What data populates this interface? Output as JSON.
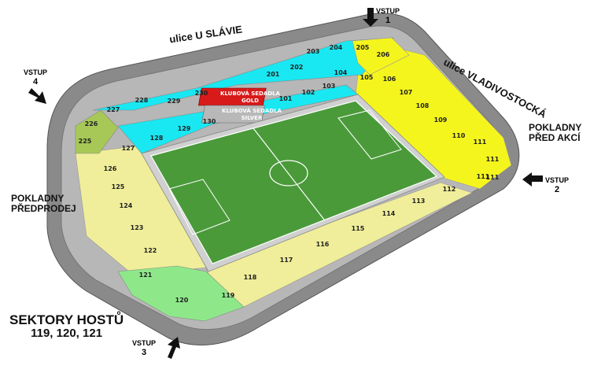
{
  "streets": {
    "north": "ulice U SLÁVIE",
    "east": "ulice VLADIVOSTOCKÁ"
  },
  "entrances": [
    {
      "label": "VSTUP",
      "number": "1"
    },
    {
      "label": "VSTUP",
      "number": "2"
    },
    {
      "label": "VSTUP",
      "number": "3"
    },
    {
      "label": "VSTUP",
      "number": "4"
    }
  ],
  "ticket_offices": {
    "left": [
      "POKLADNY",
      "PŘEDPRODEJ"
    ],
    "right": [
      "POKLADNY",
      "PŘED AKCÍ"
    ]
  },
  "away": {
    "title": "SEKTORY HOSTŮ",
    "sectors": "119, 120, 121"
  },
  "club_boxes": {
    "gold": [
      "KLUBOVÁ SEDADLA",
      "GOLD"
    ],
    "silver": [
      "KLUBOVÁ SEDADLA",
      "SILVER"
    ]
  },
  "colors": {
    "cyan": "#19e8f2",
    "yellow": "#f5f51e",
    "paleyellow": "#f0ee9a",
    "green": "#8ee88a",
    "olive": "#a7c857",
    "red": "#d81a1a",
    "pitch": "#4a9a3a",
    "roof": "#8a8a8a"
  },
  "sectors": [
    {
      "id": "101",
      "zone": "cyan"
    },
    {
      "id": "102",
      "zone": "cyan"
    },
    {
      "id": "103",
      "zone": "cyan"
    },
    {
      "id": "104",
      "zone": "cyan"
    },
    {
      "id": "105",
      "zone": "cyan"
    },
    {
      "id": "106",
      "zone": "yellow"
    },
    {
      "id": "107",
      "zone": "yellow"
    },
    {
      "id": "108",
      "zone": "yellow"
    },
    {
      "id": "109",
      "zone": "yellow"
    },
    {
      "id": "110",
      "zone": "yellow"
    },
    {
      "id": "111",
      "zone": "yellow"
    },
    {
      "id": "111",
      "zone": "yellow"
    },
    {
      "id": "111",
      "zone": "yellow"
    },
    {
      "id": "111",
      "zone": "yellow"
    },
    {
      "id": "112",
      "zone": "paleyellow"
    },
    {
      "id": "113",
      "zone": "paleyellow"
    },
    {
      "id": "114",
      "zone": "paleyellow"
    },
    {
      "id": "115",
      "zone": "paleyellow"
    },
    {
      "id": "116",
      "zone": "paleyellow"
    },
    {
      "id": "117",
      "zone": "paleyellow"
    },
    {
      "id": "118",
      "zone": "paleyellow"
    },
    {
      "id": "119",
      "zone": "green"
    },
    {
      "id": "120",
      "zone": "green"
    },
    {
      "id": "121",
      "zone": "green"
    },
    {
      "id": "122",
      "zone": "paleyellow"
    },
    {
      "id": "123",
      "zone": "paleyellow"
    },
    {
      "id": "124",
      "zone": "paleyellow"
    },
    {
      "id": "125",
      "zone": "paleyellow"
    },
    {
      "id": "126",
      "zone": "paleyellow"
    },
    {
      "id": "127",
      "zone": "cyan"
    },
    {
      "id": "128",
      "zone": "cyan"
    },
    {
      "id": "129",
      "zone": "cyan"
    },
    {
      "id": "130",
      "zone": "cyan"
    },
    {
      "id": "201",
      "zone": "cyan"
    },
    {
      "id": "202",
      "zone": "cyan"
    },
    {
      "id": "203",
      "zone": "cyan"
    },
    {
      "id": "204",
      "zone": "cyan"
    },
    {
      "id": "205",
      "zone": "yellow"
    },
    {
      "id": "206",
      "zone": "yellow"
    },
    {
      "id": "225",
      "zone": "olive"
    },
    {
      "id": "226",
      "zone": "olive"
    },
    {
      "id": "227",
      "zone": "cyan"
    },
    {
      "id": "228",
      "zone": "cyan"
    },
    {
      "id": "229",
      "zone": "cyan"
    },
    {
      "id": "230",
      "zone": "cyan"
    }
  ]
}
